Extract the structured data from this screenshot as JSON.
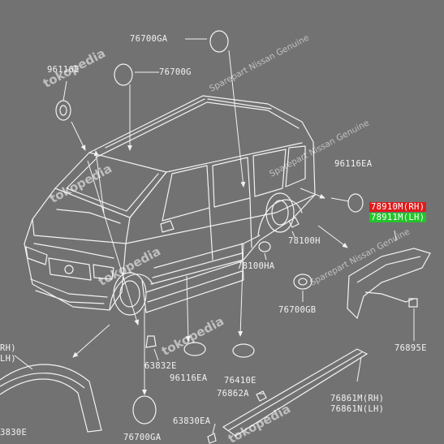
{
  "labels": {
    "p76700GA_top": "76700GA",
    "p76700G": "76700G",
    "p96116E": "96116E",
    "p96116EA": "96116EA",
    "p78910M": "78910M(RH)",
    "p78911M": "78911M(LH)",
    "p78100H": "78100H",
    "p78100HA": "78100HA",
    "p76700GB": "76700GB",
    "p76895E": "76895E",
    "p63832E": "63832E",
    "p96116EA_bottom": "96116EA",
    "p76410E": "76410E",
    "p76862A": "76862A",
    "p76861M": "76861M(RH)",
    "p76861N": "76861N(LH)",
    "p63830EA": "63830EA",
    "p76700GA_bottom": "76700GA",
    "p3830E": "3830E",
    "left_rh": "RH)",
    "left_lh": "LH)"
  },
  "watermarks": {
    "brand": "tokopedia",
    "text": "Sparepart Nissan Genuine"
  },
  "colors": {
    "background": "#727272",
    "line": "#f2f2f2",
    "highlight_red": "#e11b1b",
    "highlight_green": "#22c42a"
  }
}
